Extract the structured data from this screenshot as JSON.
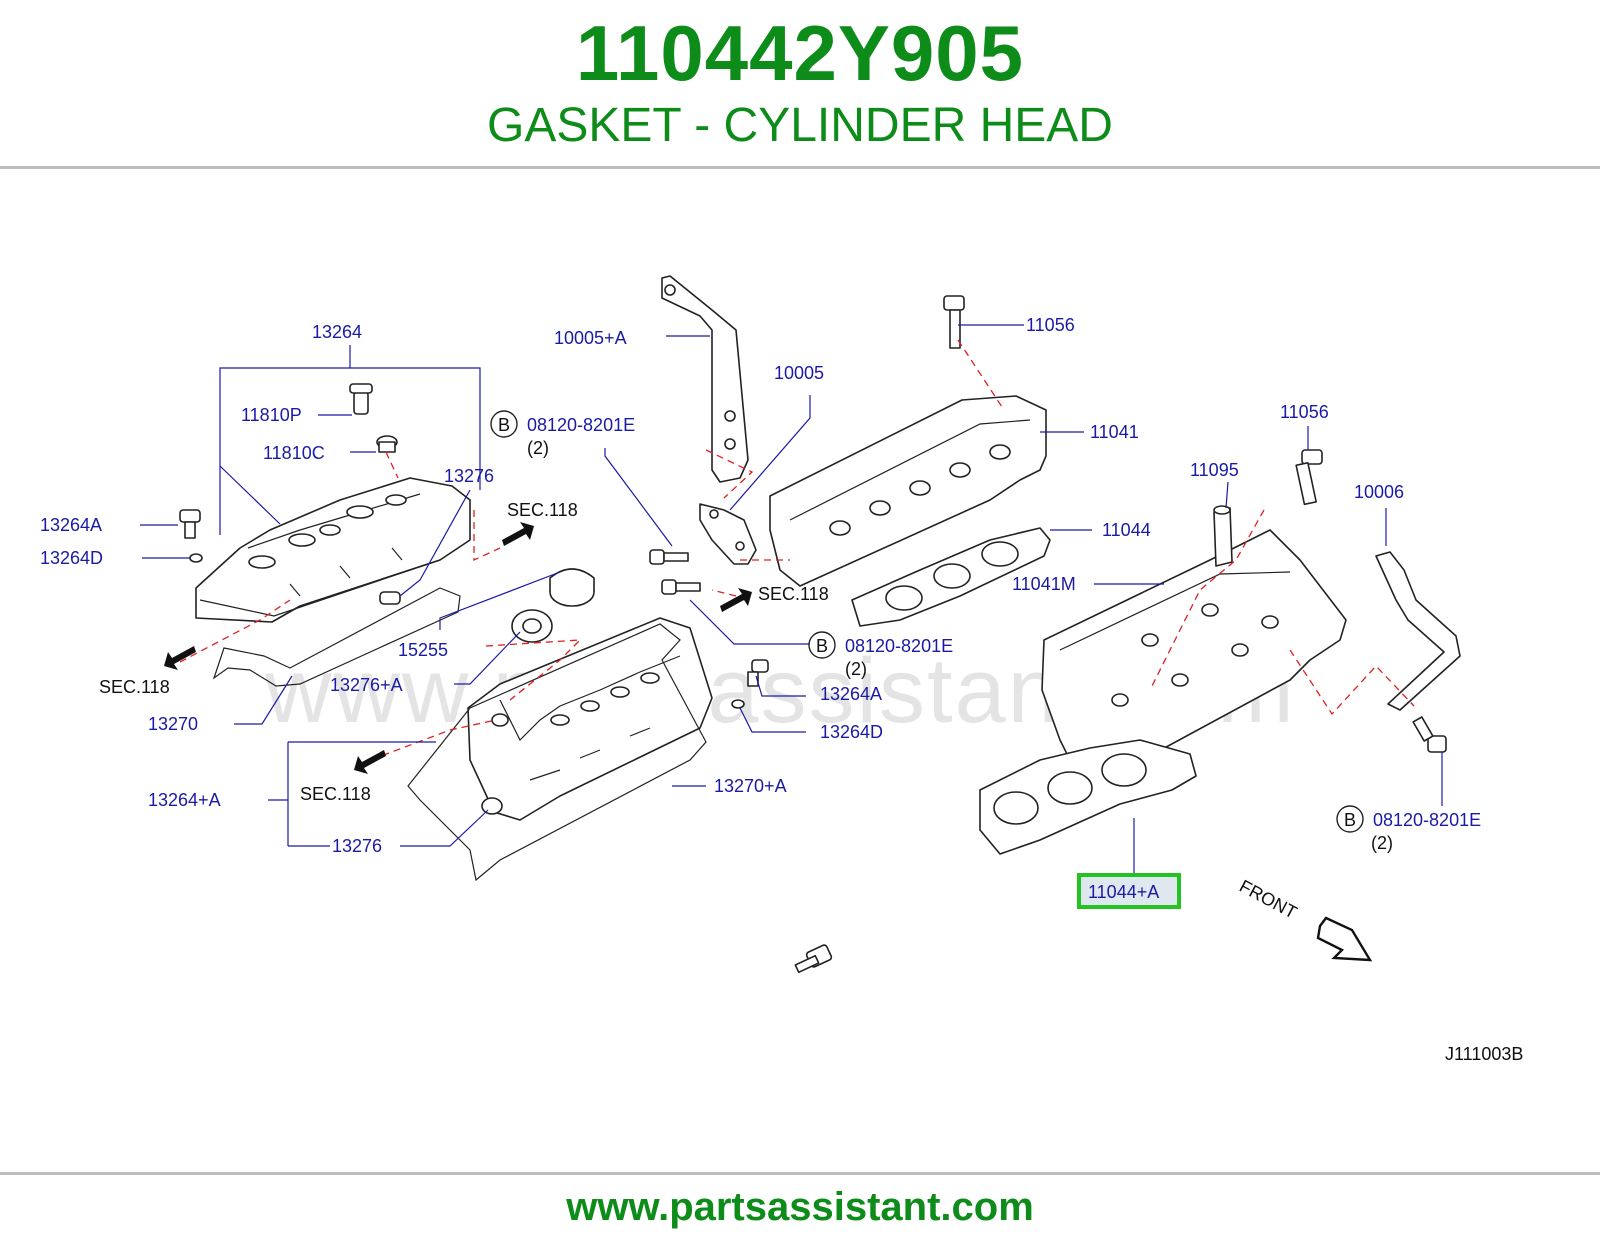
{
  "header": {
    "part_number": "110442Y905",
    "part_name": "GASKET - CYLINDER HEAD"
  },
  "footer": {
    "url": "www.partsassistant.com"
  },
  "watermark": "www.partsassistant.com",
  "diagram": {
    "ref_code": "J111003B",
    "highlighted_part": "11044+A",
    "highlight_color": "#22c322",
    "label_color": "#1a1aa6",
    "callouts": {
      "c13264": "13264",
      "c11810P": "11810P",
      "c11810C": "11810C",
      "c13276_top": "13276",
      "c13264A_left": "13264A",
      "c13264D_left": "13264D",
      "c10005A": "10005+A",
      "c10005": "10005",
      "c11056_top": "11056",
      "c11041": "11041",
      "c11044": "11044",
      "c11041M": "11041M",
      "c11095": "11095",
      "c11056_right": "11056",
      "c10006": "10006",
      "c15255": "15255",
      "c13276A": "13276+A",
      "c13270": "13270",
      "c13264A_mid": "13264A",
      "c13264D_mid": "13264D",
      "c13264plusA": "13264+A",
      "c13276_bottom": "13276",
      "c13270A": "13270+A",
      "c11044A": "11044+A"
    },
    "bolt_refs": [
      {
        "letter": "B",
        "part": "08120-8201E",
        "qty": "(2)"
      },
      {
        "letter": "B",
        "part": "08120-8201E",
        "qty": "(2)"
      },
      {
        "letter": "B",
        "part": "08120-8201E",
        "qty": "(2)"
      }
    ],
    "section_refs": [
      "SEC.118",
      "SEC.118",
      "SEC.118",
      "SEC.118"
    ],
    "front_label": "FRONT"
  }
}
